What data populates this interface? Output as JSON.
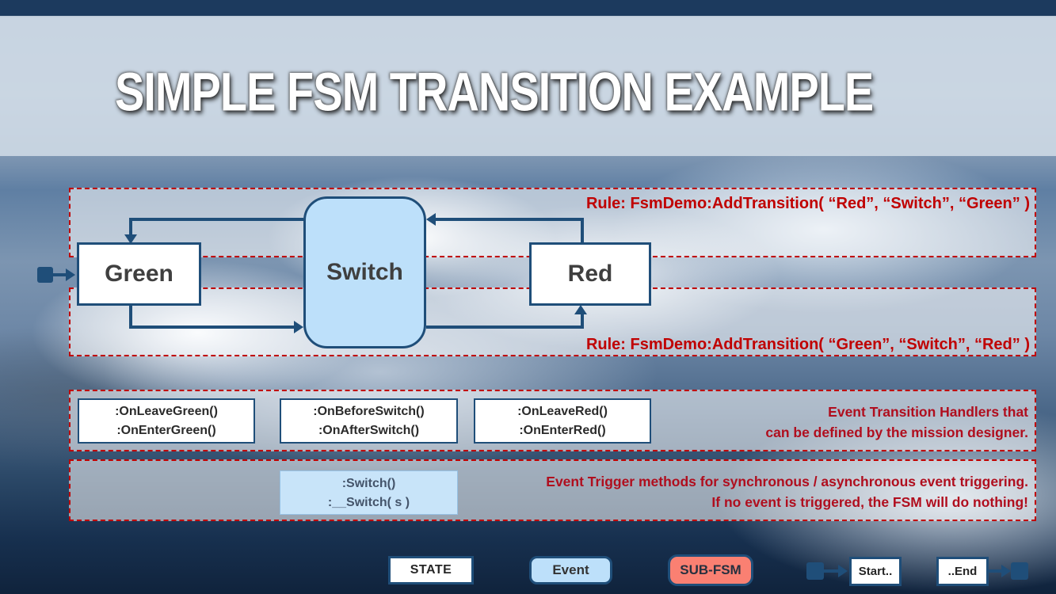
{
  "title": "SIMPLE FSM TRANSITION EXAMPLE",
  "colors": {
    "navy": "#1F4E79",
    "dashed_red": "#C00000",
    "note_red": "#B00E1E",
    "event_fill": "#BDE0FA",
    "subfsm_fill": "#FA8072"
  },
  "rules": {
    "red_to_green": "Rule: FsmDemo:AddTransition( “Red”, “Switch”, “Green” )",
    "green_to_red": "Rule: FsmDemo:AddTransition( “Green”, “Switch”, “Red” )"
  },
  "states": {
    "green": "Green",
    "switch": "Switch",
    "red": "Red"
  },
  "handlers": {
    "green": {
      "line1": ":OnLeaveGreen()",
      "line2": ":OnEnterGreen()"
    },
    "switch": {
      "line1": ":OnBeforeSwitch()",
      "line2": ":OnAfterSwitch()"
    },
    "red": {
      "line1": ":OnLeaveRed()",
      "line2": ":OnEnterRed()"
    }
  },
  "handlers_note": {
    "line1": "Event Transition Handlers that",
    "line2": "can be defined by the mission designer."
  },
  "trigger": {
    "line1": ":Switch()",
    "line2": ":__Switch( s )"
  },
  "trigger_note": {
    "line1": "Event Trigger methods for synchronous / asynchronous event triggering.",
    "line2": "If no event is triggered, the FSM will do nothing!"
  },
  "legend": {
    "state": "STATE",
    "event": "Event",
    "subfsm": "SUB-FSM",
    "start": "Start..",
    "end": "..End"
  }
}
